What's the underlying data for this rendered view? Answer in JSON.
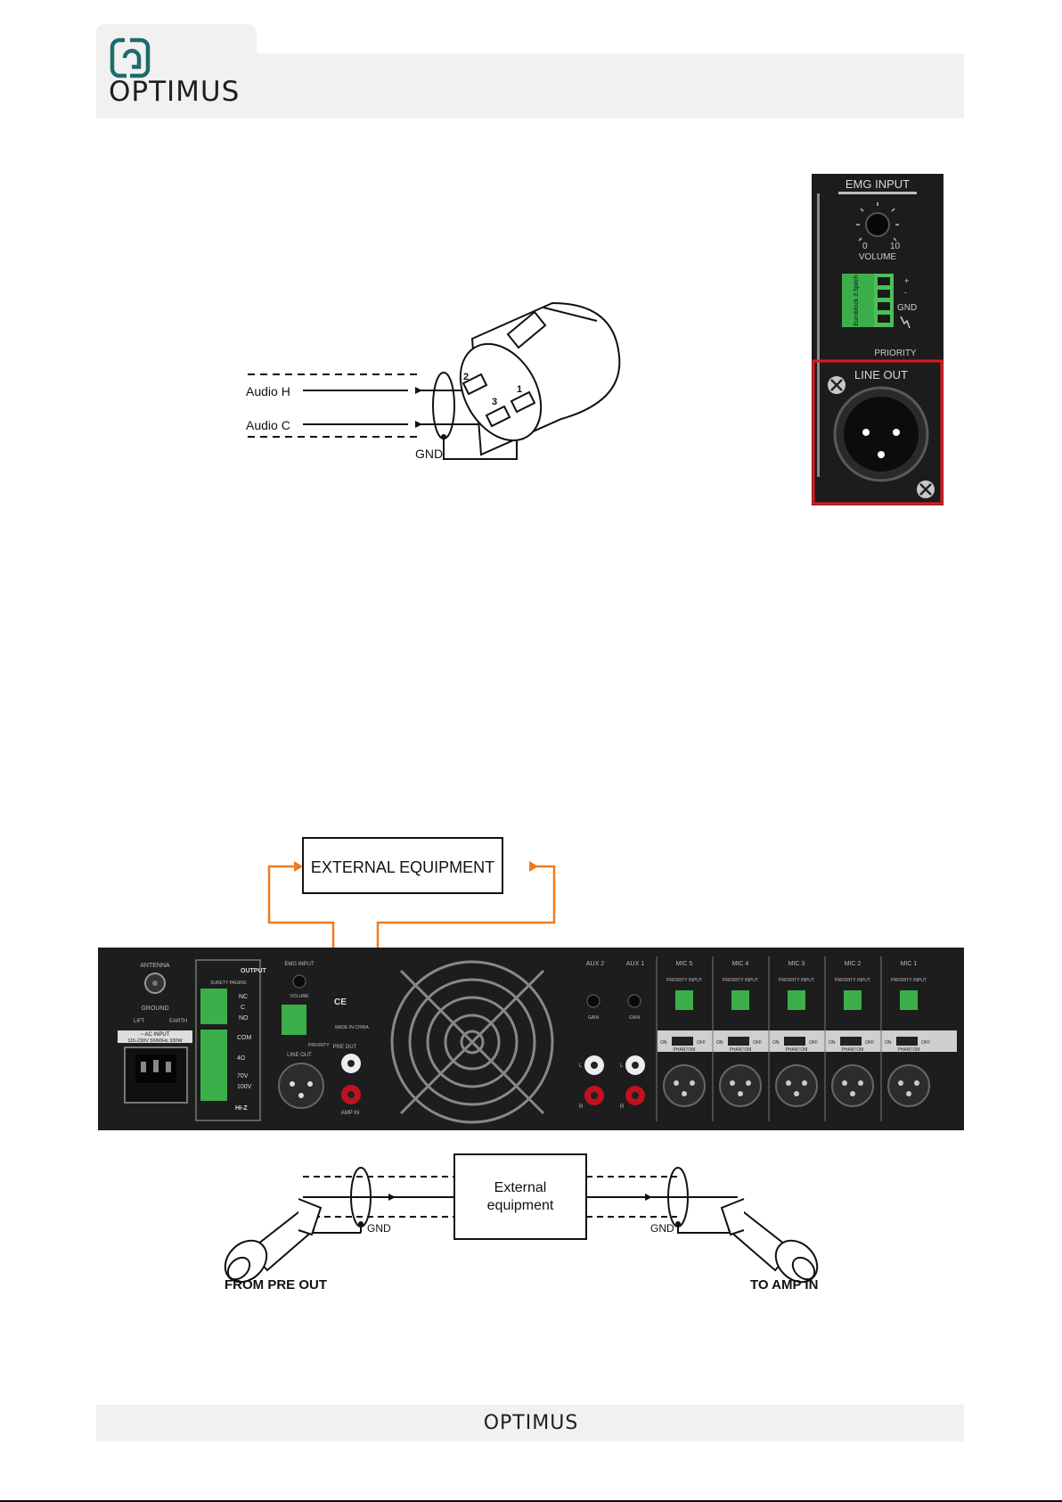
{
  "header": {
    "brand": "OPTIMUS"
  },
  "footer": {
    "brand": "OPTIMUS"
  },
  "xlr_diagram": {
    "label_audio_h": "Audio H",
    "label_audio_c": "Audio C",
    "label_gnd": "GND",
    "pin_1": "1",
    "pin_2": "2",
    "pin_3": "3"
  },
  "panel_detail": {
    "section_title": "EMG INPUT",
    "knob_min": "0",
    "knob_max": "10",
    "knob_label": "VOLUME",
    "terminal_label": "Euroblock 3.5pitch",
    "terminal_plus": "+",
    "terminal_minus": "-",
    "terminal_gnd": "GND",
    "priority_label": "PRIORITY",
    "line_out_label": "LINE OUT",
    "highlight_color": "#e0191f"
  },
  "loop_diagram": {
    "external_box": "EXTERNAL EQUIPMENT",
    "wire_color": "#f07a1e"
  },
  "rear_panel": {
    "antenna": "ANTENNA",
    "ground": "GROUND",
    "lift": "LIFT",
    "earth": "EARTH",
    "ac_input": "~ AC INPUT",
    "ac_spec": "115-230V 50/60Hz 330W",
    "output": "OUTPUT",
    "surety_paging": "SURETY PAGING",
    "nc": "NC",
    "c": "C",
    "no": "NO",
    "com": "COM",
    "ohm4": "4Ω",
    "v70": "70V",
    "v100": "100V",
    "hiz": "HI-Z",
    "emg_input": "EMG INPUT",
    "line_out": "LINE OUT",
    "volume": "VOLUME",
    "priority": "PRIORITY",
    "pre_out": "PRE OUT",
    "amp_in": "AMP IN",
    "made_in": "MADE IN CHINA",
    "ce": "CE",
    "aux2": "AUX 2",
    "aux1": "AUX 1",
    "gain": "GAIN",
    "l": "L",
    "r": "R",
    "mic_channels": [
      "MIC 5",
      "MIC 4",
      "MIC 3",
      "MIC 2",
      "MIC 1"
    ],
    "priority_input": "PRIORITY INPUT",
    "on": "ON",
    "off": "OFF",
    "phantom": "PHANTOM"
  },
  "rca_diagram": {
    "external_line1": "External",
    "external_line2": "equipment",
    "gnd_left": "GND",
    "gnd_right": "GND",
    "from_label": "FROM PRE OUT",
    "to_label": "TO AMP IN"
  }
}
